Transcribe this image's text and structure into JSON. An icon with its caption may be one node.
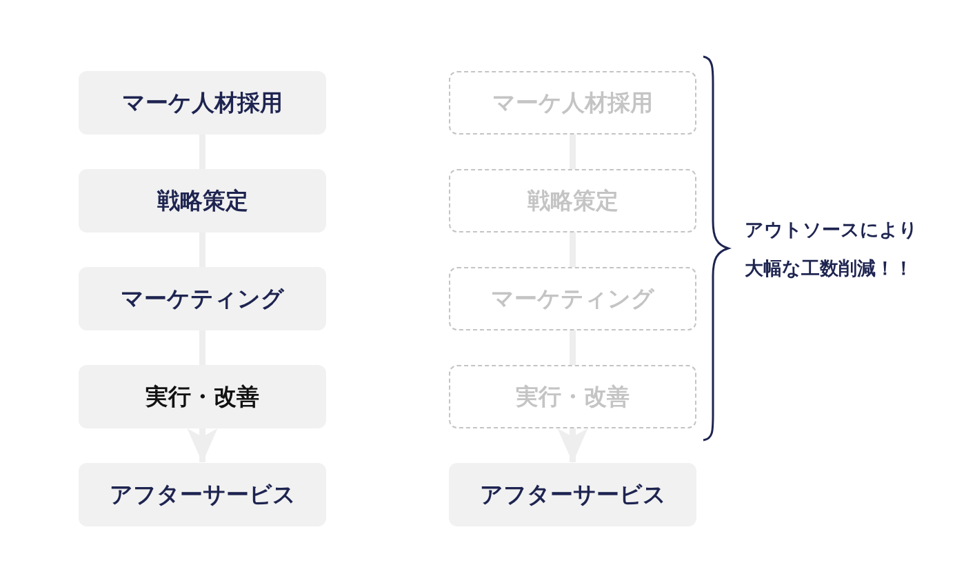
{
  "diagram": {
    "nodes": [
      {
        "text": [
          "マーケ人材採用"
        ]
      },
      {
        "text": [
          "戦略策定"
        ]
      },
      {
        "text": [
          "マーケティング"
        ]
      },
      {
        "text": [
          "実行・改善"
        ]
      },
      {
        "text": [
          "アフターサービス"
        ]
      },
      {
        "text": [
          "マーケ人材採用"
        ]
      },
      {
        "text": [
          "戦略策定"
        ]
      },
      {
        "text": [
          "マーケティング"
        ]
      },
      {
        "text": [
          "実行・改善"
        ]
      },
      {
        "text": [
          "アフターサービス"
        ]
      }
    ],
    "edges": [
      {
        "from": 0,
        "to": 1,
        "arrow": "none"
      },
      {
        "from": 1,
        "to": 2,
        "arrow": "none"
      },
      {
        "from": 2,
        "to": 3,
        "arrow": "none"
      },
      {
        "from": 3,
        "to": 4,
        "arrow": "to"
      },
      {
        "from": 5,
        "to": 6,
        "arrow": "none"
      },
      {
        "from": 6,
        "to": 7,
        "arrow": "none"
      },
      {
        "from": 7,
        "to": 8,
        "arrow": "none"
      },
      {
        "from": 8,
        "to": 9,
        "arrow": "to"
      }
    ],
    "labels": [
      "アウトソースにより大幅な工数削減！！"
    ]
  }
}
